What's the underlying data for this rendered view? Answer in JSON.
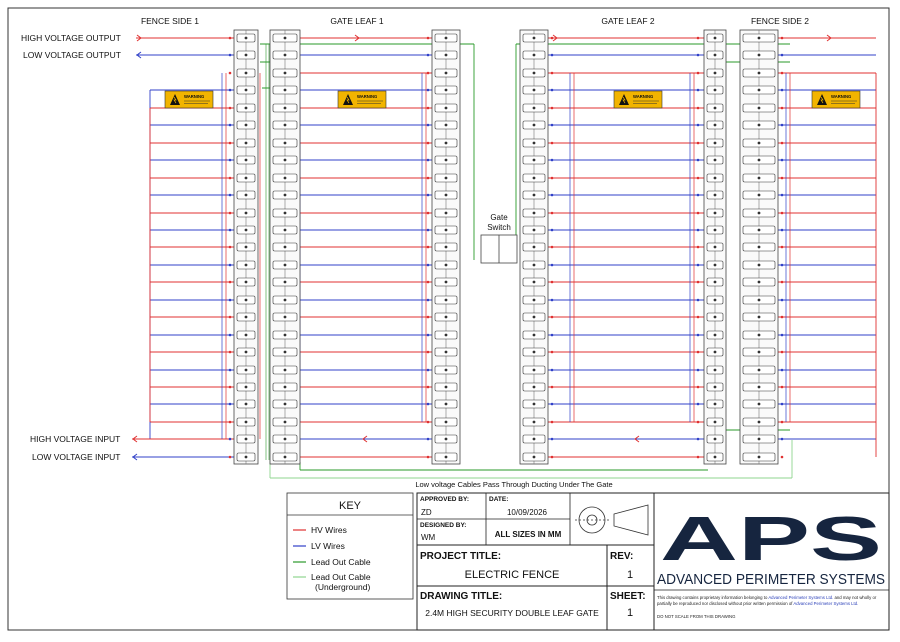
{
  "sections": {
    "fence_side_1": "FENCE SIDE 1",
    "gate_leaf_1": "GATE LEAF 1",
    "gate_leaf_2": "GATE LEAF 2",
    "fence_side_2": "FENCE SIDE 2"
  },
  "labels": {
    "hv_output": "HIGH VOLTAGE OUTPUT",
    "lv_output": "LOW VOLTAGE OUTPUT",
    "hv_input": "HIGH VOLTAGE INPUT",
    "lv_input": "LOW VOLTAGE INPUT",
    "gate_switch_line1": "Gate",
    "gate_switch_line2": "Switch",
    "duct_note": "Low voltage Cables Pass Through Ducting Under The Gate",
    "warning_sign": "WARNING"
  },
  "key": {
    "title": "KEY",
    "items": [
      {
        "label": "HV Wires",
        "color": "#e03030"
      },
      {
        "label": "LV Wires",
        "color": "#3040c8"
      },
      {
        "label": "Lead Out Cable",
        "color": "#2a9a2a"
      },
      {
        "label": "Lead Out Cable",
        "label2": "(Underground)",
        "color": "#8fd48f"
      }
    ]
  },
  "title_block": {
    "approved_by_label": "APPROVED BY:",
    "approved_by": "ZD",
    "date_label": "DATE:",
    "date": "10/09/2026",
    "designed_by_label": "DESIGNED BY:",
    "designed_by": "WM",
    "sizes": "ALL SIZES IN MM",
    "project_title_label": "PROJECT TITLE:",
    "project_title": "ELECTRIC FENCE",
    "rev_label": "REV:",
    "rev": "1",
    "drawing_title_label": "DRAWING TITLE:",
    "drawing_title": "2.4M HIGH SECURITY DOUBLE LEAF GATE",
    "sheet_label": "SHEET:",
    "sheet": "1"
  },
  "logo": {
    "mark": "APS",
    "name": "ADVANCED PERIMETER SYSTEMS",
    "color": "#16253f"
  },
  "disclaimer": {
    "line1_a": "This drawing contains proprietary information belonging to ",
    "line1_link": "Advanced Perimeter Systems Ltd.",
    "line1_b": " and may not wholly or",
    "line2_a": "partially be reproduced nor disclosed without prior written permission of ",
    "line2_link": "Advanced Perimeter Systems Ltd.",
    "line3": "DO NOT SCALE FROM THIS DRAWING"
  },
  "colors": {
    "hv": "#e03030",
    "lv": "#3040c8",
    "lead": "#2a9a2a",
    "lead_underground": "#8fd48f",
    "sign": "#f2b400"
  }
}
